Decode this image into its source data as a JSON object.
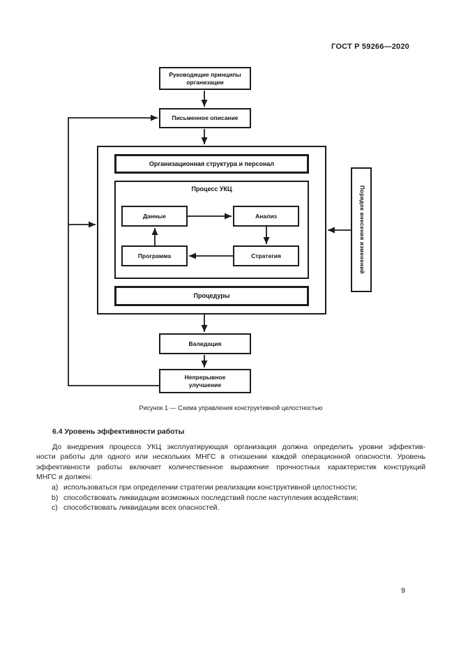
{
  "page": {
    "header": "ГОСТ Р 59266—2020",
    "page_number": "9"
  },
  "diagram": {
    "boxes": {
      "guiding_principles": "Руководящие принципы\nорганизации",
      "written_description": "Письменное описание",
      "org_structure": "Организационная структура и персонал",
      "process_label": "Процесс УКЦ",
      "data": "Данные",
      "analysis": "Анализ",
      "program": "Программа",
      "strategy": "Стратегия",
      "procedures": "Процедуры",
      "change_order": "Порядок внесения изменений",
      "validation": "Валидация",
      "improvement": "Непрерывное\nулучшение"
    },
    "caption": "Рисунок 1 — Схема управления конструктивной целостностью",
    "line_color": "#1c1c1c"
  },
  "section": {
    "heading": "6.4 Уровень эффективности работы",
    "paragraph_lines": [
      "До внедрения процесса УКЦ эксплуатирующая организация должна определить уровни эффектив-",
      "ности работы для одного или нескольких МНГС в отношении каждой операционной опасности. Уровень",
      "эффективности работы включает количественное выражение прочностных характеристик конструкций",
      "МНГС и должен:"
    ],
    "list_items": [
      {
        "m": "a)",
        "t": "использоваться при определении стратегии реализации конструктивной целостности;"
      },
      {
        "m": "b)",
        "t": "способствовать ликвидации возможных последствий после наступления воздействия;"
      },
      {
        "m": "c)",
        "t": "способствовать ликвидации всех опасностей."
      }
    ]
  }
}
